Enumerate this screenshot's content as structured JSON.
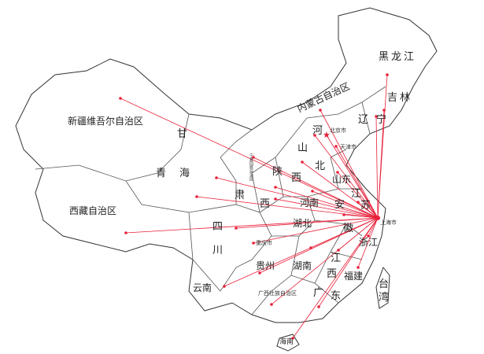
{
  "hub": {
    "name": "上海市",
    "color": "#e8203a"
  },
  "provinces": [
    {
      "name": "黑龙江",
      "cls": "big"
    },
    {
      "name": "吉林",
      "cls": "big"
    },
    {
      "name": "辽",
      "cls": "big"
    },
    {
      "name": "宁",
      "cls": "big"
    },
    {
      "name": "内蒙古自治区",
      "cls": ""
    },
    {
      "name": "新疆维吾尔自治区",
      "cls": ""
    },
    {
      "name": "甘",
      "cls": "big"
    },
    {
      "name": "河",
      "cls": "big"
    },
    {
      "name": "山",
      "cls": "big"
    },
    {
      "name": "北",
      "cls": "big"
    },
    {
      "name": "山东",
      "cls": ""
    },
    {
      "name": "青",
      "cls": "big"
    },
    {
      "name": "海",
      "cls": "big"
    },
    {
      "name": "肃",
      "cls": "big"
    },
    {
      "name": "陕",
      "cls": "big"
    },
    {
      "name": "西",
      "cls": "big"
    },
    {
      "name": "西",
      "cls": "big"
    },
    {
      "name": "河南",
      "cls": ""
    },
    {
      "name": "安",
      "cls": "big"
    },
    {
      "name": "江",
      "cls": "big"
    },
    {
      "name": "苏",
      "cls": "big"
    },
    {
      "name": "西藏自治区",
      "cls": ""
    },
    {
      "name": "湖北",
      "cls": ""
    },
    {
      "name": "徽",
      "cls": "big"
    },
    {
      "name": "四",
      "cls": "big"
    },
    {
      "name": "川",
      "cls": "big"
    },
    {
      "name": "浙江",
      "cls": ""
    },
    {
      "name": "贵州",
      "cls": ""
    },
    {
      "name": "湖南",
      "cls": ""
    },
    {
      "name": "江",
      "cls": "big"
    },
    {
      "name": "西",
      "cls": "big"
    },
    {
      "name": "福建",
      "cls": ""
    },
    {
      "name": "云南",
      "cls": ""
    },
    {
      "name": "广",
      "cls": "big"
    },
    {
      "name": "东",
      "cls": "big"
    },
    {
      "name": "台",
      "cls": "big"
    },
    {
      "name": "湾",
      "cls": "big"
    },
    {
      "name": "海南",
      "cls": ""
    }
  ],
  "cities": [
    {
      "name": "北京市"
    },
    {
      "name": "天津市"
    },
    {
      "name": "重庆市"
    },
    {
      "name": "广西壮族自治区"
    },
    {
      "name": "宁夏回族自治区"
    },
    {
      "name": "上海市"
    }
  ],
  "destinations": [
    "新疆",
    "西藏",
    "青海",
    "宁夏",
    "内蒙古",
    "黑龙江",
    "吉林",
    "辽宁",
    "北京",
    "天津",
    "河北",
    "山西",
    "陕西",
    "河南",
    "山东",
    "江苏",
    "安徽",
    "湖北",
    "四川",
    "重庆",
    "贵州",
    "云南",
    "广西",
    "广东",
    "海南",
    "湖南",
    "江西",
    "福建",
    "浙江",
    "甘肃"
  ]
}
